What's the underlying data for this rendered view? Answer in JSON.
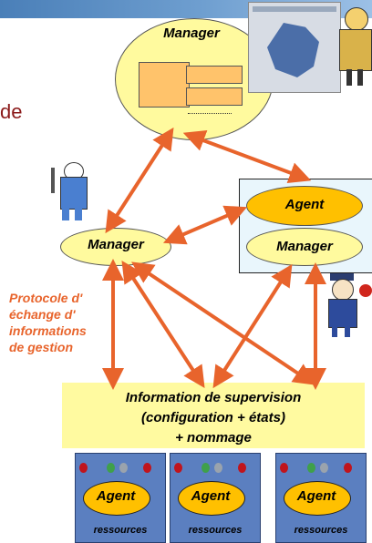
{
  "header": {
    "title": ""
  },
  "side_fragment": "de",
  "top_manager": {
    "label": "Manager"
  },
  "mid_manager": {
    "label": "Manager"
  },
  "agent_box": {
    "agent_label": "Agent",
    "manager_label": "Manager"
  },
  "protocol": {
    "line1": "Protocole d'",
    "line2": "échange d'",
    "line3": "informations",
    "line4": "de gestion"
  },
  "info": {
    "line1": "Information de supervision",
    "line2": "(configuration + états)",
    "line3": "+ nommage"
  },
  "resources": [
    {
      "agent": "Agent",
      "label": "ressources"
    },
    {
      "agent": "Agent",
      "label": "ressources"
    },
    {
      "agent": "Agent",
      "label": "ressources"
    }
  ],
  "colors": {
    "arrow": "#e8642c",
    "ellipse_fill": "#fffa9e",
    "agent_fill": "#ffc000",
    "resource_fill": "#5b7fc0",
    "agent_box_fill": "#e9f6fc",
    "info_fill": "#fffaa0"
  }
}
